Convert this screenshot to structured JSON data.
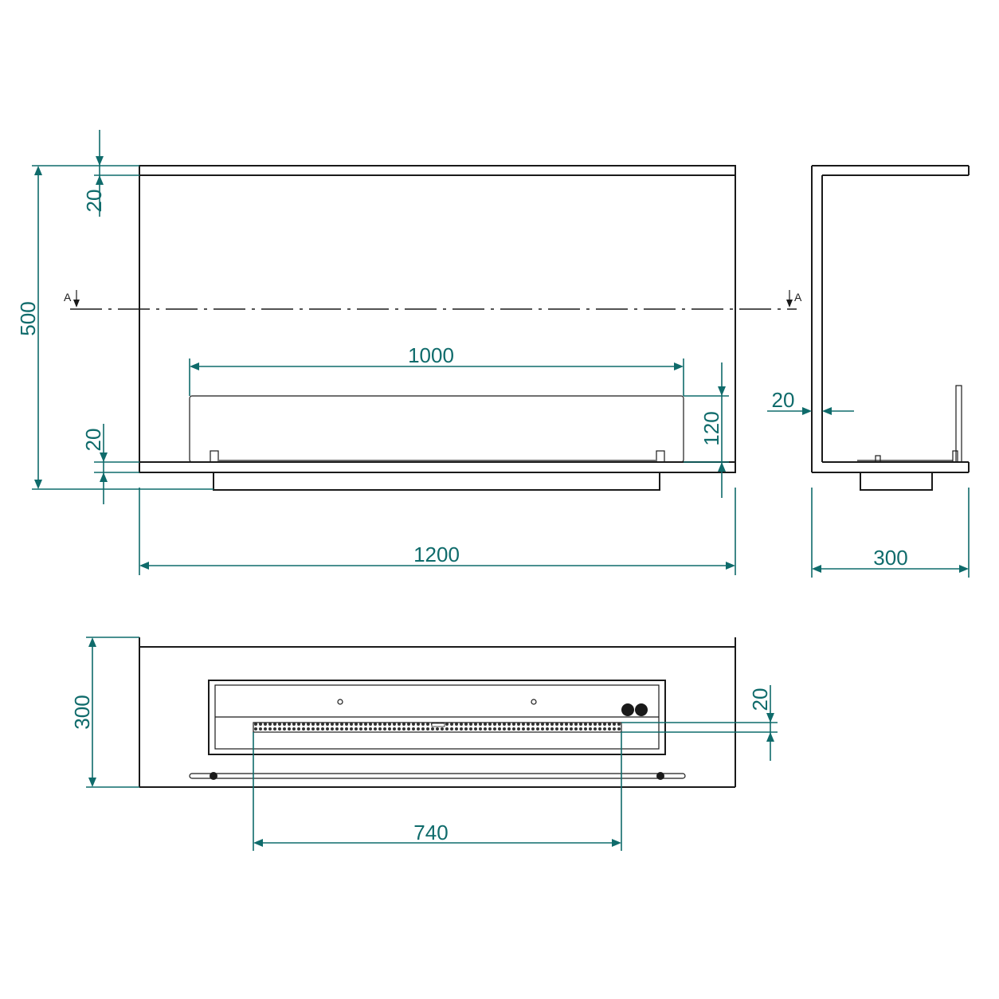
{
  "front_view": {
    "height_label": "500",
    "width_label": "1200",
    "top_thickness_label": "20",
    "bottom_thickness_label": "20",
    "glass_width_label": "1000",
    "glass_height_label": "120",
    "section_mark_left": "A",
    "section_mark_right": "A"
  },
  "side_view": {
    "depth_label": "300",
    "wall_thickness_label": "20"
  },
  "top_view": {
    "depth_label": "300",
    "burner_width_label": "740",
    "slot_width_label": "20"
  },
  "colors": {
    "dimension": "#0f6b6b",
    "outline": "#1a1a1a"
  }
}
